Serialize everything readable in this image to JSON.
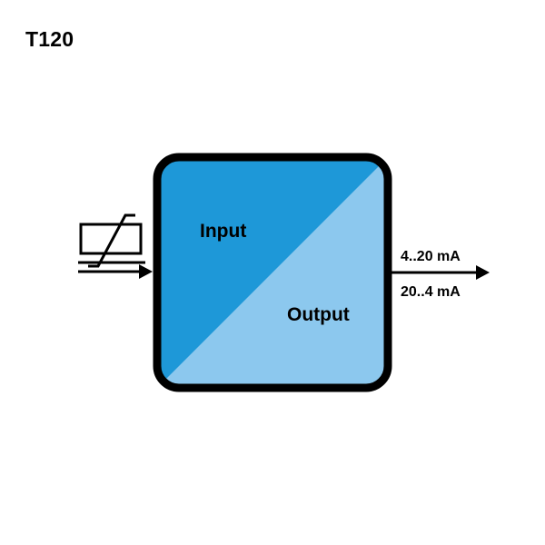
{
  "title": "T120",
  "block": {
    "input_label": "Input",
    "output_label": "Output"
  },
  "signals": {
    "output_1": "4..20 mA",
    "output_2": "20..4 mA"
  },
  "icons": {
    "input_sensor": "thermistor-icon",
    "input_arrow": "arrow-right-icon",
    "output_arrow": "arrow-right-icon"
  },
  "colors": {
    "block_border": "#000000",
    "input_region": "#1e98d8",
    "output_region": "#8cc8ee"
  }
}
